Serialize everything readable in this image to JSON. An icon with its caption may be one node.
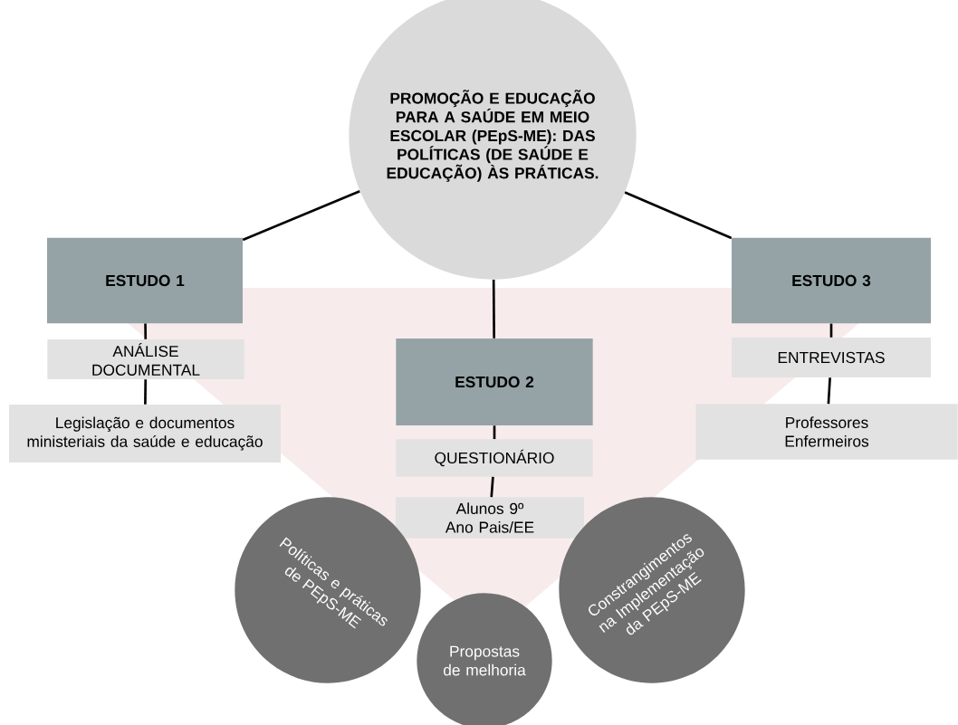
{
  "diagram": {
    "nodes": [
      {
        "text": [
          "PROMOÇÃO E EDUCAÇÃO PARA A SAÚDE EM MEIO ESCOLAR (PEpS-ME): DAS POLÍTICAS (DE SAÚDE E EDUCAÇÃO) ÀS PRÁTICAS."
        ]
      },
      {
        "text": [
          "ESTUDO 1"
        ]
      },
      {
        "text": [
          "ANÁLISE DOCUMENTAL"
        ]
      },
      {
        "text": [
          "Legislação e documentos ministeriais da saúde e educação"
        ]
      },
      {
        "text": [
          "ESTUDO 2"
        ]
      },
      {
        "text": [
          "QUESTIONÁRIO"
        ]
      },
      {
        "text": [
          "Alunos 9º Ano Pais/EE"
        ]
      },
      {
        "text": [
          "ESTUDO 3"
        ]
      },
      {
        "text": [
          "ENTREVISTAS"
        ]
      },
      {
        "text": [
          "Professores Enfermeiros"
        ]
      },
      {
        "text": [
          "Políticas e práticas de PEpS-ME"
        ]
      },
      {
        "text": [
          "Propostas de melhoria"
        ]
      },
      {
        "text": [
          "Constrangimentos na Implementação da PEpS-ME"
        ]
      }
    ],
    "edges": [
      {
        "from": 0,
        "to": 1,
        "arrow": "none"
      },
      {
        "from": 0,
        "to": 4,
        "arrow": "none"
      },
      {
        "from": 0,
        "to": 7,
        "arrow": "none"
      },
      {
        "from": 1,
        "to": 2,
        "arrow": "none"
      },
      {
        "from": 2,
        "to": 3,
        "arrow": "none"
      },
      {
        "from": 4,
        "to": 5,
        "arrow": "none"
      },
      {
        "from": 5,
        "to": 6,
        "arrow": "none"
      },
      {
        "from": 7,
        "to": 8,
        "arrow": "none"
      },
      {
        "from": 8,
        "to": 9,
        "arrow": "none"
      }
    ]
  }
}
